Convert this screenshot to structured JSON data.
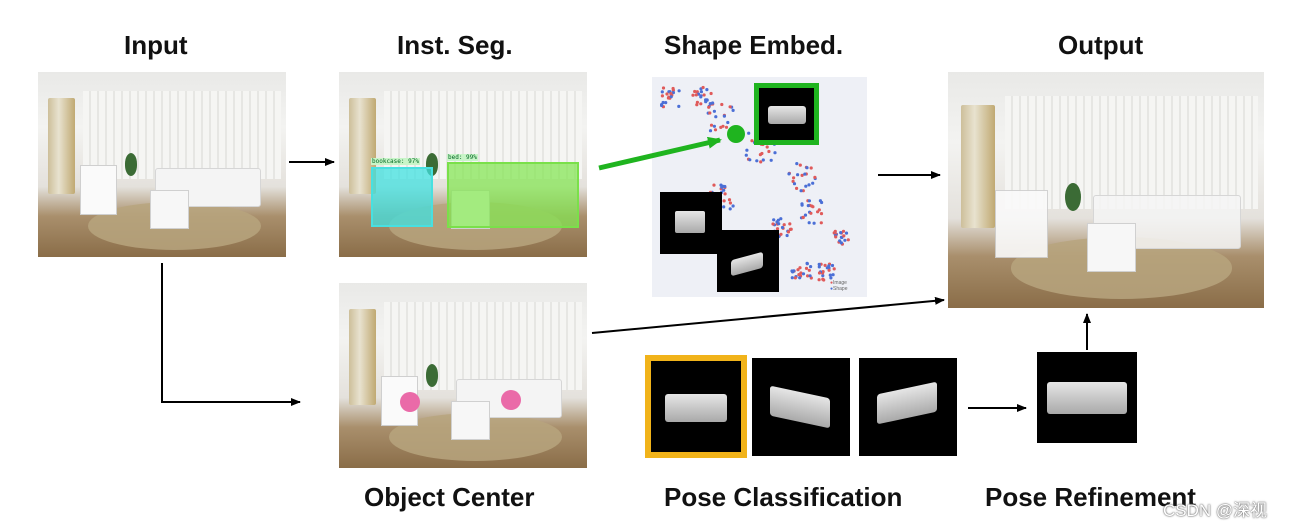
{
  "headings": {
    "input": "Input",
    "inst_seg": "Inst. Seg.",
    "shape_embed": "Shape Embed.",
    "output": "Output",
    "object_center": "Object Center",
    "pose_classification": "Pose Classification",
    "pose_refinement": "Pose Refinement"
  },
  "segmentation": {
    "label_shelf": "bookcase: 97%",
    "label_sofa": "bed: 99%"
  },
  "embedding": {
    "legend_image": "Image",
    "legend_shape": "Shape"
  },
  "colors": {
    "highlight_green": "#1fb41f",
    "selected_pose": "#f1b31a",
    "center_dot": "#ea6aa8",
    "mask_cyan": "#48e0e0",
    "mask_green": "#7ae04a",
    "embed_image_point": "#e05a5a",
    "embed_shape_point": "#4b6fd6"
  },
  "watermark": "CSDN @深视"
}
